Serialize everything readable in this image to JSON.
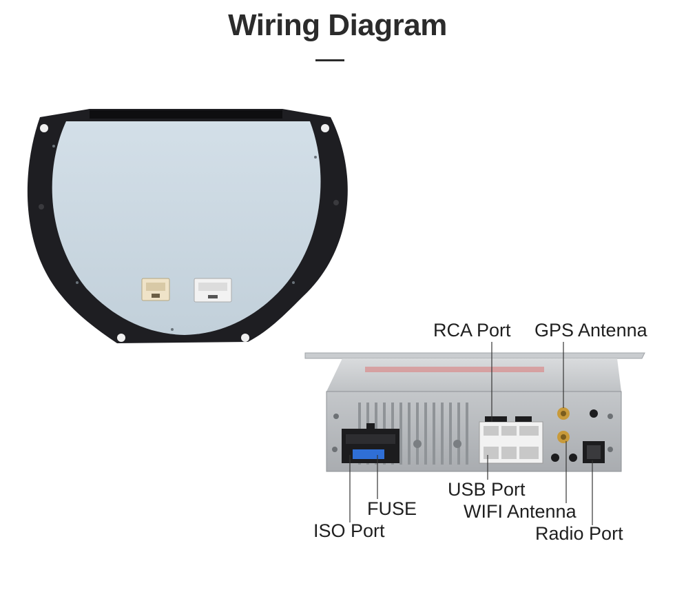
{
  "header": {
    "title": "Wiring Diagram"
  },
  "labels": {
    "rca_port": "RCA Port",
    "gps_antenna": "GPS Antenna",
    "usb_port": "USB Port",
    "fuse": "FUSE",
    "wifi_antenna": "WIFI Antenna",
    "iso_port": "ISO Port",
    "radio_port": "Radio Port"
  },
  "colors": {
    "title": "#2b2b2b",
    "frame": "#1e1e22",
    "back_plate": "#c9d7e0",
    "chassis": "#b9bcc0",
    "fuse_blue": "#2f6fd6",
    "antenna_gold": "#c89a3a"
  }
}
